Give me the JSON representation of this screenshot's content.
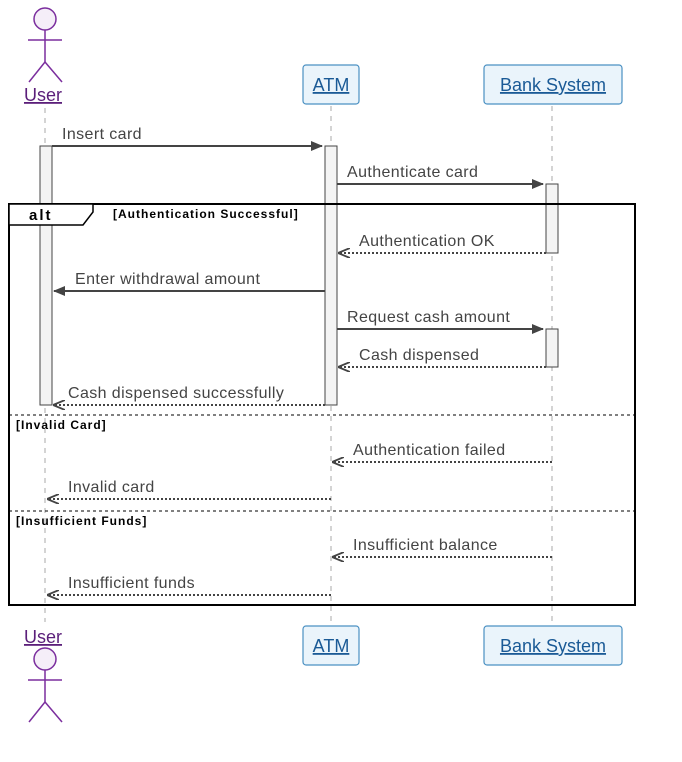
{
  "participants": {
    "user": "User",
    "atm": "ATM",
    "bank": "Bank System"
  },
  "messages": [
    {
      "text": "Insert card",
      "from": "user",
      "to": "atm",
      "style": "solid"
    },
    {
      "text": "Authenticate card",
      "from": "atm",
      "to": "bank",
      "style": "solid"
    },
    {
      "text": "Authentication OK",
      "from": "bank",
      "to": "atm",
      "style": "dashed"
    },
    {
      "text": "Enter withdrawal amount",
      "from": "atm",
      "to": "user",
      "style": "solid"
    },
    {
      "text": "Request cash amount",
      "from": "atm",
      "to": "bank",
      "style": "solid"
    },
    {
      "text": "Cash dispensed",
      "from": "bank",
      "to": "atm",
      "style": "dashed"
    },
    {
      "text": "Cash dispensed successfully",
      "from": "atm",
      "to": "user",
      "style": "dashed"
    },
    {
      "text": "Authentication failed",
      "from": "bank",
      "to": "atm",
      "style": "dashed"
    },
    {
      "text": "Invalid card",
      "from": "atm",
      "to": "user",
      "style": "dashed"
    },
    {
      "text": "Insufficient balance",
      "from": "bank",
      "to": "atm",
      "style": "dashed"
    },
    {
      "text": "Insufficient funds",
      "from": "atm",
      "to": "user",
      "style": "dashed"
    }
  ],
  "fragment": {
    "operator": "alt",
    "guards": [
      "[Authentication Successful]",
      "[Invalid Card]",
      "[Insufficient Funds]"
    ]
  },
  "colors": {
    "actor": "#7b2e9e",
    "actor_fill": "#f5eef8",
    "participant_border": "#4a90c2",
    "participant_fill": "#eaf4fb",
    "arrow": "#444444",
    "lifeline": "#aaaaaa",
    "frame": "#000000"
  }
}
